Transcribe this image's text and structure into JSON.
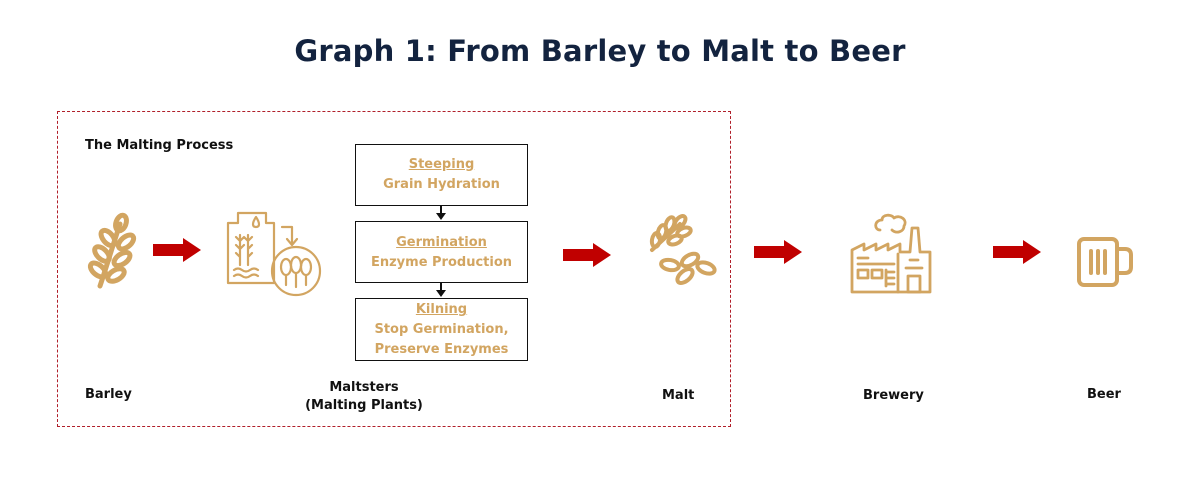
{
  "title": "Graph 1: From Barley to Malt to Beer",
  "colors": {
    "title": "#13233f",
    "dashed_border": "#b01f2a",
    "arrow": "#c00000",
    "icon": "#d2a561",
    "step_text": "#d2a561",
    "label": "#111111"
  },
  "malting_process": {
    "label": "The Malting Process",
    "steps": [
      {
        "heading": "Steeping",
        "detail": "Grain Hydration"
      },
      {
        "heading": "Germination",
        "detail": "Enzyme Production"
      },
      {
        "heading": "Kilning",
        "detail_line1": "Stop Germination,",
        "detail_line2": "Preserve Enzymes"
      }
    ]
  },
  "nodes": [
    {
      "label": "Barley",
      "icon": "wheat-icon"
    },
    {
      "label_line1": "Maltsters",
      "label_line2": "(Malting Plants)",
      "icon": "malting-tank-icon"
    },
    {
      "label": "Malt",
      "icon": "malt-grains-icon"
    },
    {
      "label": "Brewery",
      "icon": "factory-icon"
    },
    {
      "label": "Beer",
      "icon": "beer-mug-icon"
    }
  ]
}
